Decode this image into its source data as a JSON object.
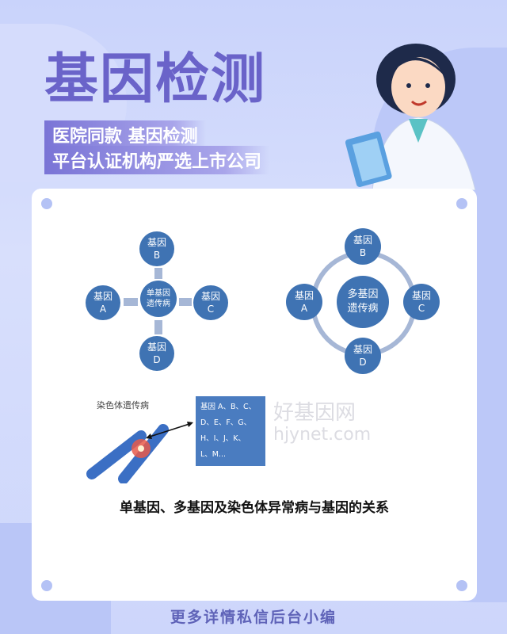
{
  "header": {
    "title": "基因检测",
    "subtitle_lines": [
      "医院同款 基因检测",
      "平台认证机构严选上市公司"
    ]
  },
  "diagram": {
    "single": {
      "center": [
        "单基因",
        "遗传病"
      ],
      "nodes": [
        {
          "top": "基因",
          "bottom": "B"
        },
        {
          "top": "基因",
          "bottom": "A"
        },
        {
          "top": "基因",
          "bottom": "C"
        },
        {
          "top": "基因",
          "bottom": "D"
        }
      ]
    },
    "multi": {
      "center": [
        "多基因",
        "遗传病"
      ],
      "nodes": [
        {
          "top": "基因",
          "bottom": "B"
        },
        {
          "top": "基因",
          "bottom": "A"
        },
        {
          "top": "基因",
          "bottom": "C"
        },
        {
          "top": "基因",
          "bottom": "D"
        }
      ]
    },
    "chromosome": {
      "label": "染色体遗传病",
      "box_lines": [
        "基因 A、B、C、",
        "D、E、F、G、",
        "H、I、J、K、",
        "L、M..."
      ]
    },
    "watermark": [
      "好基因网",
      "hjynet.com"
    ],
    "caption": "单基因、多基因及染色体异常病与基因的关系"
  },
  "footer": {
    "text": "更多详情私信后台小编"
  }
}
